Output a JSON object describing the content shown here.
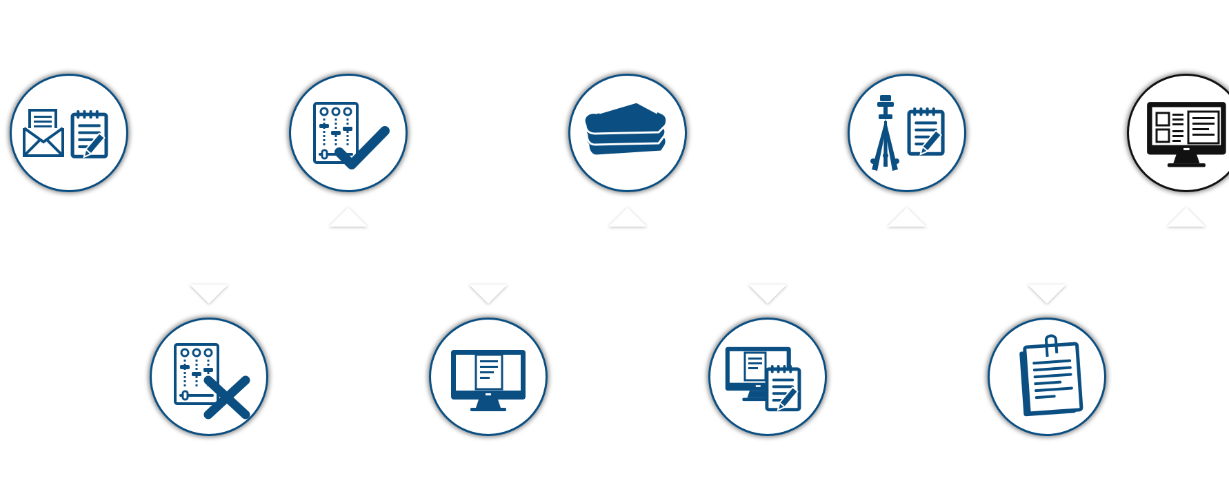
{
  "colors": {
    "brand": "#0b4f82",
    "active": "#111111",
    "arrow": "#ffffff",
    "background": "#ffffff"
  },
  "steps": [
    {
      "id": 1,
      "row": "top",
      "icon": "envelope-and-notepad-icon",
      "active": false
    },
    {
      "id": 2,
      "row": "bottom",
      "icon": "mixer-x-icon",
      "active": false
    },
    {
      "id": 3,
      "row": "top",
      "icon": "mixer-check-icon",
      "active": false
    },
    {
      "id": 4,
      "row": "bottom",
      "icon": "monitor-document-icon",
      "active": false
    },
    {
      "id": 5,
      "row": "top",
      "icon": "sandwich-icon",
      "active": false
    },
    {
      "id": 6,
      "row": "bottom",
      "icon": "monitor-and-notepad-icon",
      "active": false
    },
    {
      "id": 7,
      "row": "top",
      "icon": "tripod-and-notepad-icon",
      "active": false
    },
    {
      "id": 8,
      "row": "bottom",
      "icon": "clipped-documents-icon",
      "active": false
    },
    {
      "id": 9,
      "row": "top",
      "icon": "monitor-layout-icon",
      "active": true
    }
  ]
}
